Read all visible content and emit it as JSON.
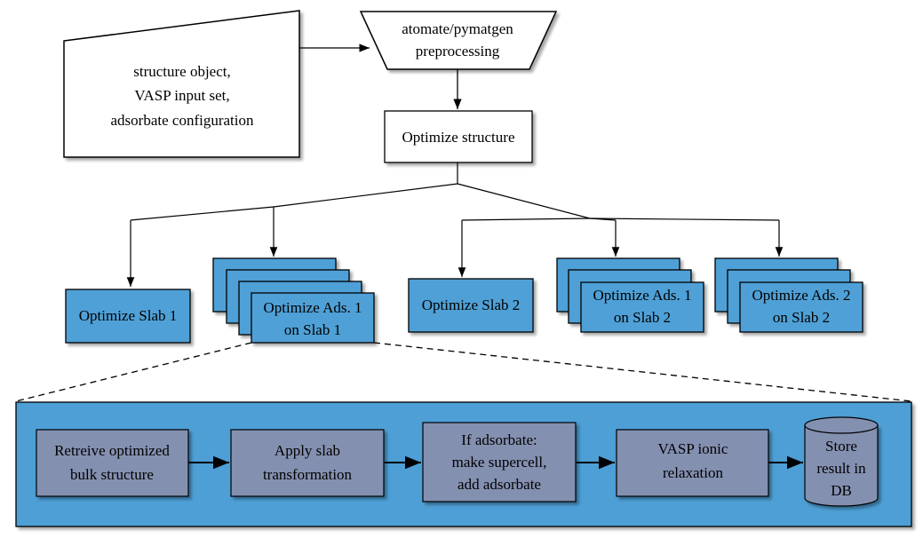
{
  "input_box": {
    "lines": [
      "structure object,",
      "VASP input set,",
      "adsorbate configuration"
    ]
  },
  "preprocessing_box": {
    "lines": [
      "atomate/pymatgen",
      "preprocessing"
    ]
  },
  "optimize_structure": {
    "label": "Optimize structure"
  },
  "slab_1": {
    "label": "Optimize Slab 1"
  },
  "ads_1_slab_1": {
    "lines": [
      "Optimize Ads. 1",
      "on Slab 1"
    ]
  },
  "slab_2": {
    "label": "Optimize Slab 2"
  },
  "ads_1_slab_2": {
    "lines": [
      "Optimize Ads. 1",
      "on Slab 2"
    ]
  },
  "ads_2_slab_2": {
    "lines": [
      "Optimize Ads. 2",
      "on Slab 2"
    ]
  },
  "workflow_steps": {
    "retrieve": {
      "lines": [
        "Retreive optimized",
        "bulk structure"
      ]
    },
    "slab_transform": {
      "lines": [
        "Apply slab",
        "transformation"
      ]
    },
    "supercell": {
      "lines": [
        "If adsorbate:",
        "make supercell,",
        "add adsorbate"
      ]
    },
    "relaxation": {
      "lines": [
        "VASP ionic",
        "relaxation"
      ]
    },
    "store": {
      "lines": [
        "Store",
        "result in",
        "DB"
      ]
    }
  },
  "colors": {
    "blue": "#4fa0d6",
    "gray_box": "#8490b0",
    "panel": "#4e9fd6"
  }
}
